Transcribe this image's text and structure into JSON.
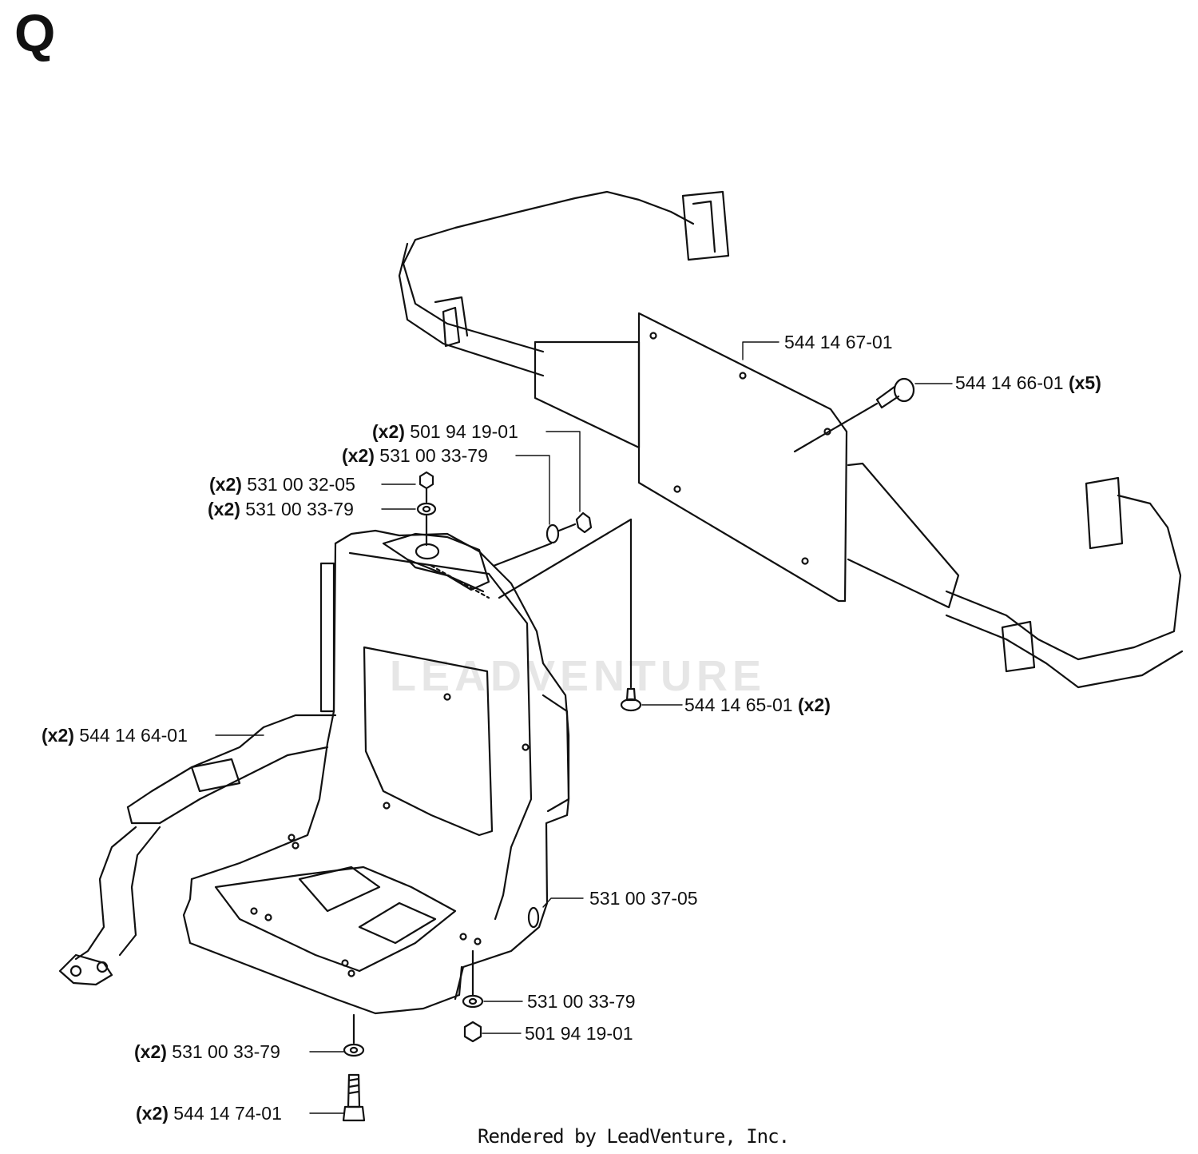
{
  "page_letter": "Q",
  "watermark": "LEADVENTURE",
  "footer": "Rendered by LeadVenture, Inc.",
  "callouts": [
    {
      "id": "c1",
      "qty": "",
      "part": "544 14 67-01",
      "qty_after": ""
    },
    {
      "id": "c2",
      "qty": "",
      "part": "544 14 66-01",
      "qty_after": "(x5)"
    },
    {
      "id": "c3",
      "qty": "(x2)",
      "part": "501 94 19-01",
      "qty_after": ""
    },
    {
      "id": "c4",
      "qty": "(x2)",
      "part": "531 00 33-79",
      "qty_after": ""
    },
    {
      "id": "c5",
      "qty": "(x2)",
      "part": "531 00 32-05",
      "qty_after": ""
    },
    {
      "id": "c6",
      "qty": "(x2)",
      "part": "531 00 33-79",
      "qty_after": ""
    },
    {
      "id": "c7",
      "qty": "",
      "part": "544 14 65-01",
      "qty_after": "(x2)"
    },
    {
      "id": "c8",
      "qty": "(x2)",
      "part": "544 14 64-01",
      "qty_after": ""
    },
    {
      "id": "c9",
      "qty": "",
      "part": "531 00 37-05",
      "qty_after": ""
    },
    {
      "id": "c10",
      "qty": "",
      "part": "531 00 33-79",
      "qty_after": ""
    },
    {
      "id": "c11",
      "qty": "",
      "part": "501 94 19-01",
      "qty_after": ""
    },
    {
      "id": "c12",
      "qty": "(x2)",
      "part": "531 00 33-79",
      "qty_after": ""
    },
    {
      "id": "c13",
      "qty": "(x2)",
      "part": "544 14 74-01",
      "qty_after": ""
    }
  ]
}
